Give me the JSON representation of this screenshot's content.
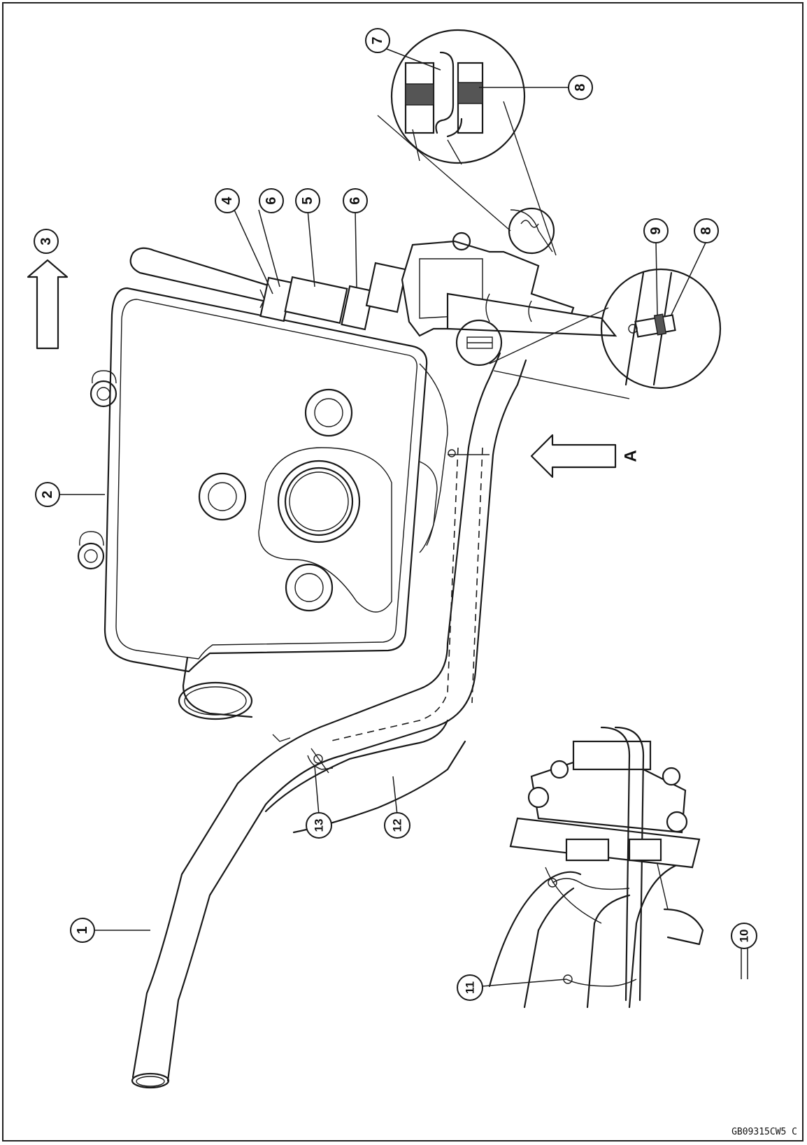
{
  "callouts": {
    "c1": "1",
    "c2": "2",
    "c3": "3",
    "c4": "4",
    "c5": "5",
    "c6a": "6",
    "c6b": "6",
    "c7": "7",
    "c8a": "8",
    "c8b": "8",
    "c9": "9",
    "c10": "10",
    "c11": "11",
    "c12": "12",
    "c13": "13"
  },
  "view_label": "A",
  "figure_code": "GB09315CW5 C"
}
